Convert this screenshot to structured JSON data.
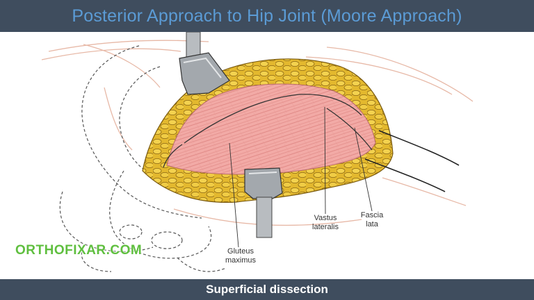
{
  "title": "Posterior Approach to Hip Joint (Moore Approach)",
  "footer": "Superficial dissection",
  "watermark": "ORTHOFIXAR.COM",
  "labels": {
    "gluteus_maximus": "Gluteus\nmaximus",
    "vastus_lateralis": "Vastus\nlateralis",
    "fascia_lata": "Fascia\nlata"
  },
  "colors": {
    "bar": "#3f4d5e",
    "title": "#5b9bd5",
    "footer_text": "#ffffff",
    "watermark": "#5fbf3f",
    "fat": "#e0b52a",
    "muscle": "#f2a8a4",
    "retractor": "#9fa4a9"
  }
}
